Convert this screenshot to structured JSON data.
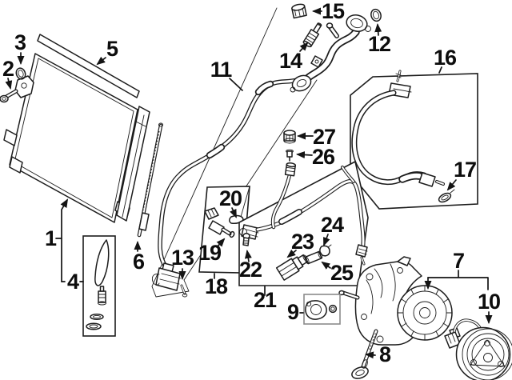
{
  "figure": {
    "background_color": "#ffffff",
    "line_color": "#1c1c1c",
    "inset_box_border_color": "#1c1c1c",
    "gasket_box_border_color": "#8a8a8a",
    "label_color": "#0d0d0d"
  },
  "callouts": {
    "c1": {
      "label": "1"
    },
    "c2": {
      "label": "2"
    },
    "c3": {
      "label": "3"
    },
    "c4": {
      "label": "4"
    },
    "c5": {
      "label": "5"
    },
    "c6": {
      "label": "6"
    },
    "c7": {
      "label": "7"
    },
    "c8": {
      "label": "8"
    },
    "c9": {
      "label": "9"
    },
    "c10": {
      "label": "10"
    },
    "c11": {
      "label": "11"
    },
    "c12": {
      "label": "12"
    },
    "c13": {
      "label": "13"
    },
    "c14": {
      "label": "14"
    },
    "c15": {
      "label": "15"
    },
    "c16": {
      "label": "16"
    },
    "c17": {
      "label": "17"
    },
    "c18": {
      "label": "18"
    },
    "c19": {
      "label": "19"
    },
    "c20": {
      "label": "20"
    },
    "c21": {
      "label": "21"
    },
    "c22": {
      "label": "22"
    },
    "c23": {
      "label": "23"
    },
    "c24": {
      "label": "24"
    },
    "c25": {
      "label": "25"
    },
    "c26": {
      "label": "26"
    },
    "c27": {
      "label": "27"
    }
  }
}
